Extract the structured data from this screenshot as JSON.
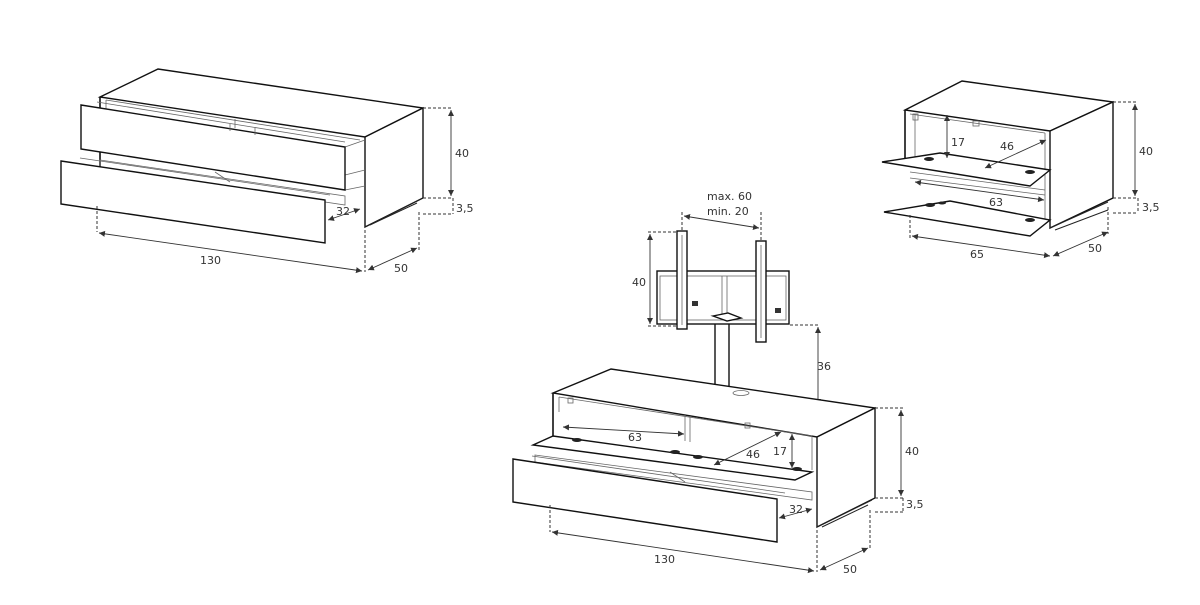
{
  "units": {
    "left": {
      "width": "130",
      "depth": "50",
      "height": "40",
      "plinth": "3,5",
      "drawer_depth": "32"
    },
    "right": {
      "width": "65",
      "depth": "50",
      "height": "40",
      "plinth": "3,5",
      "door_height": "17",
      "inner_depth": "46",
      "inner_width": "63"
    },
    "center": {
      "mount_max": "max. 60",
      "mount_min": "min. 20",
      "mount_height": "40",
      "pole_height": "36",
      "inner_width": "63",
      "inner_depth": "46",
      "door_height": "17",
      "drawer_depth": "32",
      "height": "40",
      "plinth": "3,5",
      "width": "130",
      "depth": "50"
    }
  }
}
